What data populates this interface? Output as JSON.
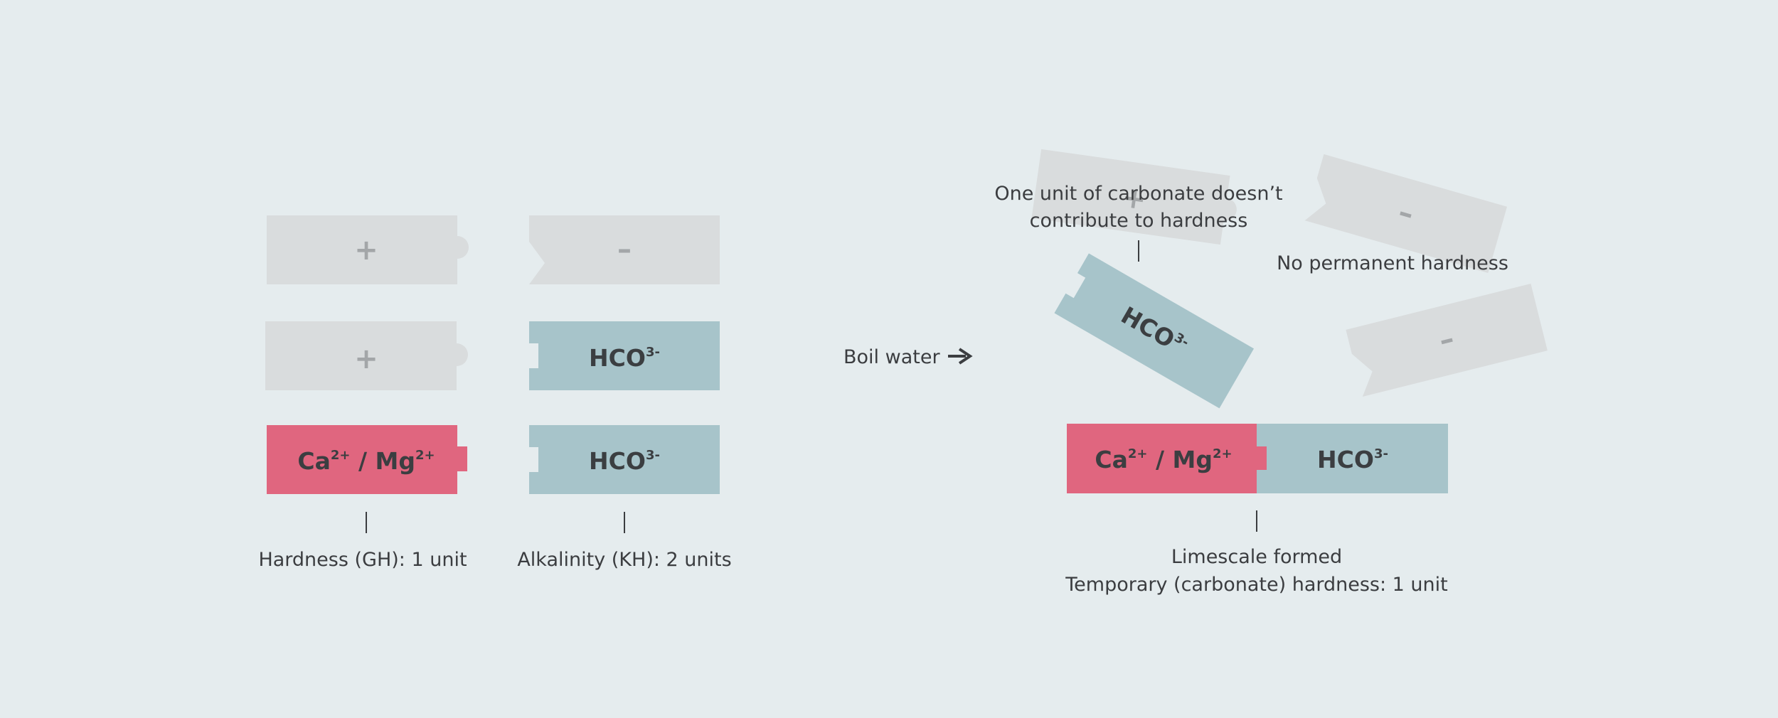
{
  "colors": {
    "background": "#e5ecee",
    "cation": "#e0667f",
    "anion": "#a7c4ca",
    "empty": "#d9dcdd",
    "text": "#3b3d40",
    "sign": "#a3a6a8"
  },
  "blocks": {
    "plus": "+",
    "minus": "–",
    "cation_main": "Ca",
    "cation_charge": "2+",
    "cation_sep": " / ",
    "cation_main2": "Mg",
    "cation_charge2": "2+",
    "anion_main": "HCO",
    "anion_charge": "3-"
  },
  "left": {
    "hardness_label": "Hardness (GH): 1 unit",
    "alkalinity_label": "Alkalinity (KH): 2 units"
  },
  "middle": {
    "boil_label": "Boil water",
    "arrow_icon": "arrow-right-icon"
  },
  "right": {
    "carbonate_note_line1": "One unit of carbonate doesn’t",
    "carbonate_note_line2": "contribute to hardness",
    "no_permanent_label": "No permanent hardness",
    "limescale_line1": "Limescale formed",
    "limescale_line2": "Temporary (carbonate) hardness: 1 unit"
  }
}
